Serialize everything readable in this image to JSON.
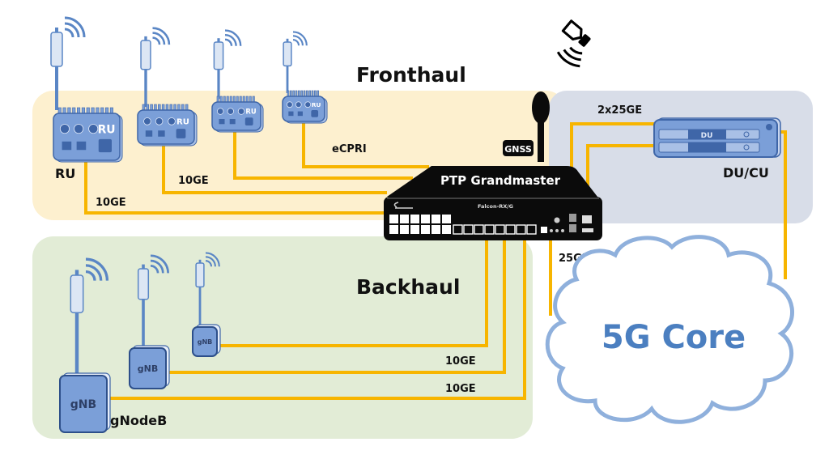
{
  "colors": {
    "fronthaul_bg": "#fdf0cf",
    "backhaul_bg": "#e2ecd6",
    "ducu_bg": "#d8dde8",
    "link": "#f7b500",
    "device_fill": "#7b9fd8",
    "device_stroke": "#3f66a8",
    "antenna_fill": "#dce6f4",
    "antenna_stroke": "#5a86c5",
    "switch_fill": "#0b0b0b",
    "cloud_stroke": "#8fb0dc",
    "core_text": "#4b7fc0"
  },
  "regions": {
    "fronthaul": "Fronthaul",
    "backhaul": "Backhaul"
  },
  "grandmaster": {
    "title": "PTP Grandmaster",
    "model": "Falcon-RX/G",
    "gnss_label": "GNSS"
  },
  "satellite": {
    "icon": "satellite-icon"
  },
  "fronthaul": {
    "ru_units": [
      {
        "badge": "RU"
      },
      {
        "badge": "RU"
      },
      {
        "badge": "RU"
      },
      {
        "badge": "RU"
      }
    ],
    "ru_label": "RU",
    "links": [
      "10GE",
      "10GE",
      "eCPRI"
    ]
  },
  "ducu": {
    "device_badge": "DU",
    "label": "DU/CU",
    "link": "2x25GE"
  },
  "core": {
    "label": "5G Core",
    "link": "25GE"
  },
  "backhaul": {
    "gnb_units": [
      {
        "badge": "gNB"
      },
      {
        "badge": "gNB"
      },
      {
        "badge": "gNB"
      }
    ],
    "gnb_label": "gNodeB",
    "links": [
      "10GE",
      "10GE"
    ]
  }
}
